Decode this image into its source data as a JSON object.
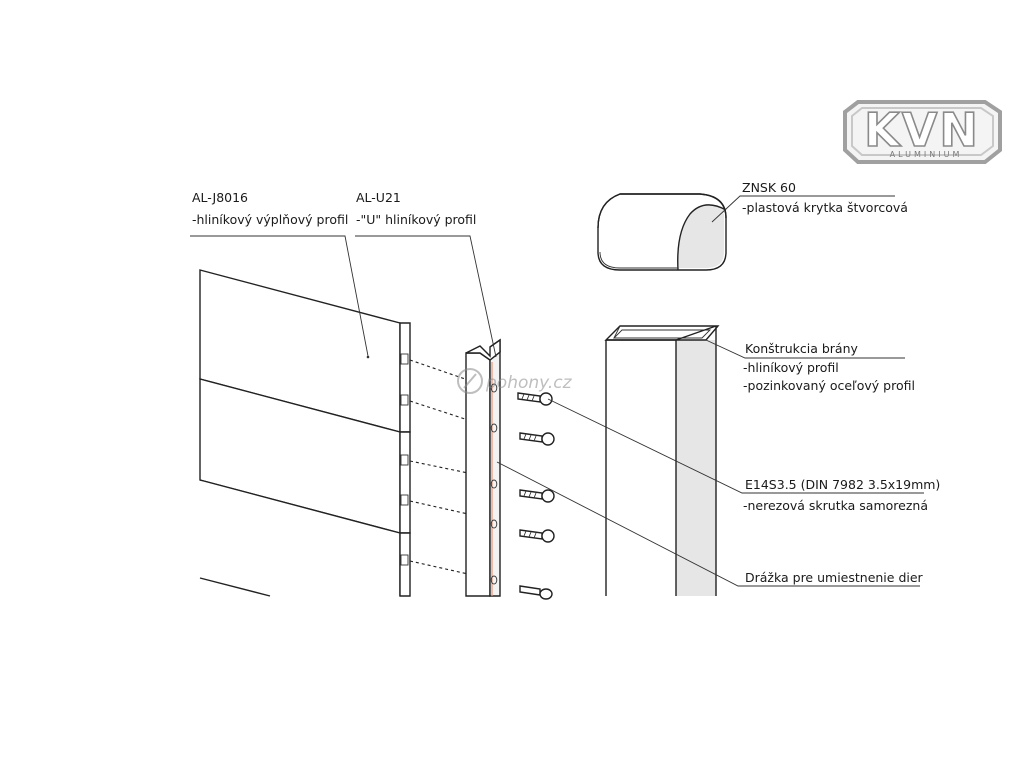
{
  "logo": {
    "mark": "KVN",
    "subtitle": "ALUMINIUM"
  },
  "watermark": {
    "text": "pohony.cz"
  },
  "labels": {
    "infill": {
      "code": "AL-J8016",
      "desc": "-hliníkový výplňový profil"
    },
    "u_profile": {
      "code": "AL-U21",
      "desc": "-\"U\" hliníkový profil"
    },
    "cap": {
      "code": "ZNSK 60",
      "desc": "-plastová krytka štvorcová"
    },
    "frame": {
      "code": "Konštrukcia brány",
      "desc1": "-hliníkový profil",
      "desc2": "-pozinkovaný oceľový profil"
    },
    "screw": {
      "code": "E14S3.5 (DIN 7982 3.5x19mm)",
      "desc": "-nerezová skrutka samorezná"
    },
    "groove": {
      "code": "Drážka pre umiestnenie dier"
    }
  },
  "colors": {
    "line": "#222222",
    "shade": "#e6e6e6",
    "groove": "#e9967a",
    "logo": "#b0b0b0"
  }
}
